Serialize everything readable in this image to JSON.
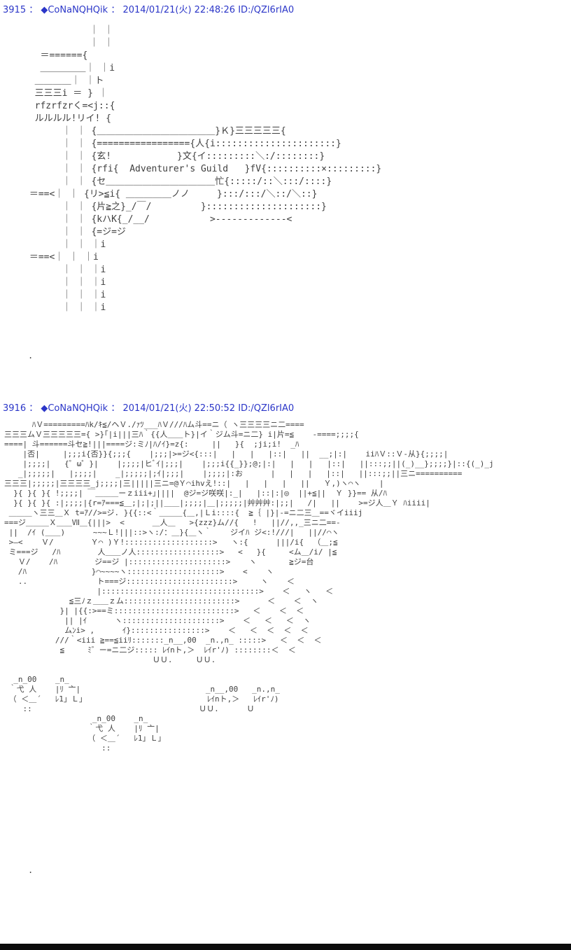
{
  "colors": {
    "background": "#ffffff",
    "header_text": "#2b36c8",
    "aa_text": "#3f3f3f",
    "bottom_bar": "#0b0b0b"
  },
  "strings": {
    "separator": " ： "
  },
  "posts": [
    {
      "number": "3915",
      "name": "◆CoNaNQHQik",
      "datetime": "2014/01/21(火) 22:48:26",
      "id": "ID:/QZl6rIA0",
      "trailing": ".",
      "aa_lines": [
        "            ｜ ｜",
        "            ｜ ｜",
        "   ＝======{",
        "   ＿＿＿＿＿｜ ｜i",
        "  ＿＿＿＿｜ ｜ト",
        "  三三三i ＝ } ｜",
        "  rfzrfzrく=<j::{",
        "  ルルルル!リイ! {",
        "       ｜ ｜ {＿＿＿＿＿＿＿＿＿＿＿＿＿}Ｋ}三三三三三{",
        "       ｜ ｜ {================={人{i::::::::::::::::::::::}",
        "       ｜ ｜ {玄!            }文{イ:::::::::＼:/::::::::}",
        "       ｜ ｜ {rfi{  Adventurer's Guild   }fV{::::::::::×:::::::::}",
        "       ｜ ｜ {セ＿＿＿＿＿＿＿＿＿＿＿＿忙{:::::/::＼:::/::::}",
        " ＝==<｜ ｜ {リ>≦i{ ＿＿＿＿＿ノノ     }:::/:::/＼::/＼::}",
        "       ｜ ｜ {片≧之}_/￣/         }:::::::::::::::::::::}",
        "       ｜ ｜ {kハK{_/__/           >-------------<",
        "       ｜ ｜ {=ジ=ジ",
        "       ｜ ｜ ｜i",
        " ＝==<｜ ｜ ｜i",
        "       ｜ ｜ ｜i",
        "       ｜ ｜ ｜i",
        "       ｜ ｜ ｜i",
        "       ｜ ｜ ｜i"
      ]
    },
    {
      "number": "3916",
      "name": "◆CoNaNQHQik",
      "datetime": "2014/01/21(火) 22:50:52",
      "id": "ID:/QZl6rIA0",
      "trailing": ".",
      "aa_lines": [
        "      ﾊＶ=========ﾊk/ｷ≦/ヘＶ./ｧﾂ___ﾊＶ///ﾊム斗==ニ（ ヽ三三三三ニ二====",
        "三三三ムＶ三三三三三={ >}｢|i|||三ﾊ｀{{人＿＿ト}|イ｀ジム斗=ニ二} i|片=≦    -====;;;;{",
        "====| 斗======斗セ≧!|||====ジ:ミﾉ|ﾊ/ｲ}=z{:     ||   }{  ;ji;i!  _ﾊ",
        "    |否|     |;;;i{否}}{;;;{    |;;;|>=ジ<{:::|   |   |   |::|   ||  __;|:|    iiﾊＶ::Ｖ-从}{;;;;|",
        "    |;;;;|   {゜ω゜}|    |;;;;|ヒﾞｲ|;;;|    |;;;i{{_}};@;|:|   |   |   |::|   ||:::;;||(_)__};;;;}|::{(_)_j",
        "   _|;;;;;|   |;;;;|    _|;;;;;|;ｲ|;;;|    |;;;;|:お      |   |   |   |::|   ||:::;;||三ニ==========",
        "三三三|;;;;;|三三三三_j;;;;|三|||||三ニ=@Ｙ⌒ihvえ!::|   |   |   |   ||   Ｙ,)ヽ⌒ヽ    |",
        "  }{ }{ }{ !;;;;| ￣＿＿＿ーｚiii+｣||||  @ジ=ジ咲咲|:_|   |::|:|◎  ||+≦||  Ｙ }}== 从/ﾊ",
        "  }{ }{ }{ :|;;;;|{r=ｱ===≦＿;|;|;||＿＿|;;;;|＿|;;;;;|艸艸艸:|;;|   /|   ||    >=ジ人＿Ｙ ﾊiiii|",
        " ＿＿＿ヽ三三＿Ｘ t=ｱ//>=ジ. }{{::<｀＿＿＿{＿,|Ｌi::::{  ≧｛ |}|-=ニ二三＿==ヾイiiij",
        "===ジ＿＿＿Ｘ＿＿Ⅶ＿{|||>  <      ＿人＿   >{zzz}ム//{   !   ||//,,_三ニ二==-",
        " ||  /ｲ (＿＿)      ~~~Ｌ!|||::>ヽ:/：＿}{＿ヽ｀    ジイﾊ ジ<:!///|   ||//⌒ヽ",
        " >―<    Ｖ/        Ｙ⌒ )Ｙ!:::::::::::::::::::>   ヽ:{      |||/i{  （＿;≦",
        " ミ===ジ   /ﾊ        人＿＿ノ人::::::::::::::::::>   <   }{     <ム＿/i/ |≦",
        "   Ｖ/    /ﾊ        ジ==ジ |:::::::::::::::::::::>    ヽ       ≧ジ=台",
        "   /ﾊ              }⌒~~~~ヽ::::::::::::::::::::>    <    ヽ",
        "   ..               ト===ジ:::::::::::::::::::::::>     ヽ    ＜",
        "                    |::::::::::::::::::::::::::::::::::>    ＜   ヽ   ＜",
        "              ≦三ﾉｚ＿＿ｚム::::::::::::::::::::::::>      ＜    ＜  ヽ",
        "            }| |{{:>==ミ::::::::::::::::::::::::::>   ＜    ＜  ＜",
        "             || |ｲ      ヽ:::::::::::::::::::::>    ＜   ＜   ＜  ヽ",
        "             ムﾝi> ,      ｲ}::::::::::::::::>    ＜   ＜  ＜  ＜  ＜",
        "           ///｀<iii ≧==≦iiﾘ:::::::_n__,00  _n.,n_ :::::>   ＜  ＜  ＜",
        "            ≦     ﾐ゛ー=ニ二ジ::::: ﾚｲnト,＞  ﾚｲr'ﾉ) ::::::::＜  ＜",
        "                                ＵＵ.     ＵＵ.",
        "",
        "  _n_00    _n_",
        " ｀弋 人    |ﾘ 亠|                           _n__,00   _n.,n_",
        " （ ＜＿´   ﾚ1」Ｌ」                          ﾚｲnト,＞   ﾚｲr'ﾉ)",
        "    ::                                    ＵＵ.      Ｕ",
        "                   _n_00    _n_",
        "                  ｀弋 人    |ﾘ 亠|",
        "                  （ ＜＿´   ﾚ1」Ｌ」",
        "                     ::"
      ]
    }
  ]
}
